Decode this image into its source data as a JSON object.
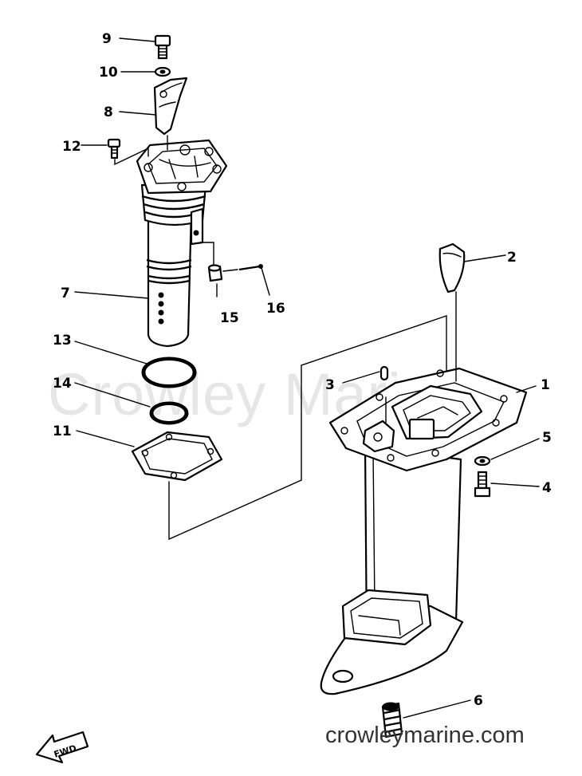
{
  "diagram": {
    "watermark": "Crowley Marine",
    "website": "crowleymarine.com",
    "fwd_label": "FWD",
    "callouts": [
      {
        "id": "c1",
        "label": "1"
      },
      {
        "id": "c2",
        "label": "2"
      },
      {
        "id": "c3",
        "label": "3"
      },
      {
        "id": "c4",
        "label": "4"
      },
      {
        "id": "c5",
        "label": "5"
      },
      {
        "id": "c6",
        "label": "6"
      },
      {
        "id": "c7",
        "label": "7"
      },
      {
        "id": "c8",
        "label": "8"
      },
      {
        "id": "c9",
        "label": "9"
      },
      {
        "id": "c10",
        "label": "10"
      },
      {
        "id": "c11",
        "label": "11"
      },
      {
        "id": "c12",
        "label": "12"
      },
      {
        "id": "c13",
        "label": "13"
      },
      {
        "id": "c14",
        "label": "14"
      },
      {
        "id": "c15",
        "label": "15"
      },
      {
        "id": "c16",
        "label": "16"
      }
    ]
  }
}
